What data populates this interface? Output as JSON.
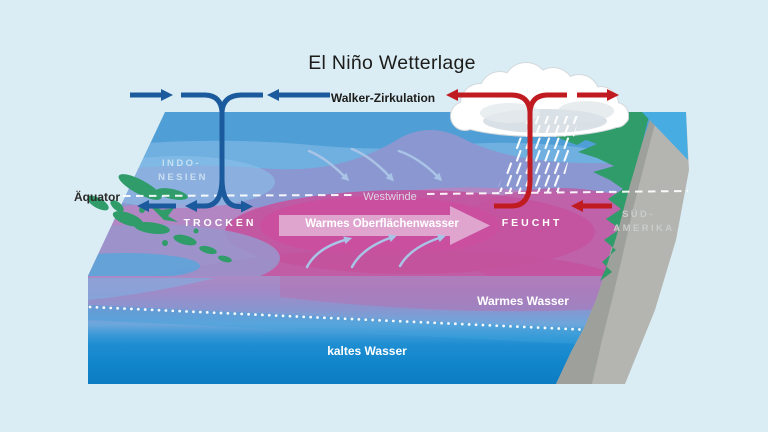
{
  "title": "El Niño Wetterlage",
  "subtitle_label": "Walker-Zirkulation",
  "geo": {
    "equator": "Äquator",
    "indonesia": [
      "INDO-",
      "NESIEN"
    ],
    "south_america": [
      "SÜD-",
      "AMERIKA"
    ]
  },
  "climate": {
    "west_winds": "Westwinde",
    "dry_zone": "TROCKEN",
    "wet_zone": "FEUCHT",
    "warm_surface_water": "Warmes Oberflächenwasser",
    "warm_water": "Warmes Wasser",
    "cold_water": "kaltes Wasser"
  },
  "icons": {
    "rain_cloud": "rain-cloud-icon",
    "rain": "rain-icon",
    "walker_cell_west": "descending-air-circulation-arrows",
    "walker_cell_east": "rising-air-circulation-arrows",
    "wind_arrows": "west-wind-arrows",
    "current_arrow": "warm-surface-current-arrow",
    "equator_line": "equator-dashed-line",
    "thermocline": "thermocline-dotted-line"
  },
  "colors": {
    "background": "#dbedf4",
    "ocean_blue": "#4f9fd6",
    "warm_magenta": "#c4539e",
    "land_green": "#2f9c6a",
    "rock_gray": "#b4b5b1",
    "rock_gray_dark": "#9da09b",
    "cold_cell_blue": "#1b5a9c",
    "warm_cell_red": "#c01b20",
    "wind_arrow_blue": "#a9c4e6",
    "current_pink": "#e0aad2",
    "deep_cold_blue": "#0c7cc3"
  }
}
